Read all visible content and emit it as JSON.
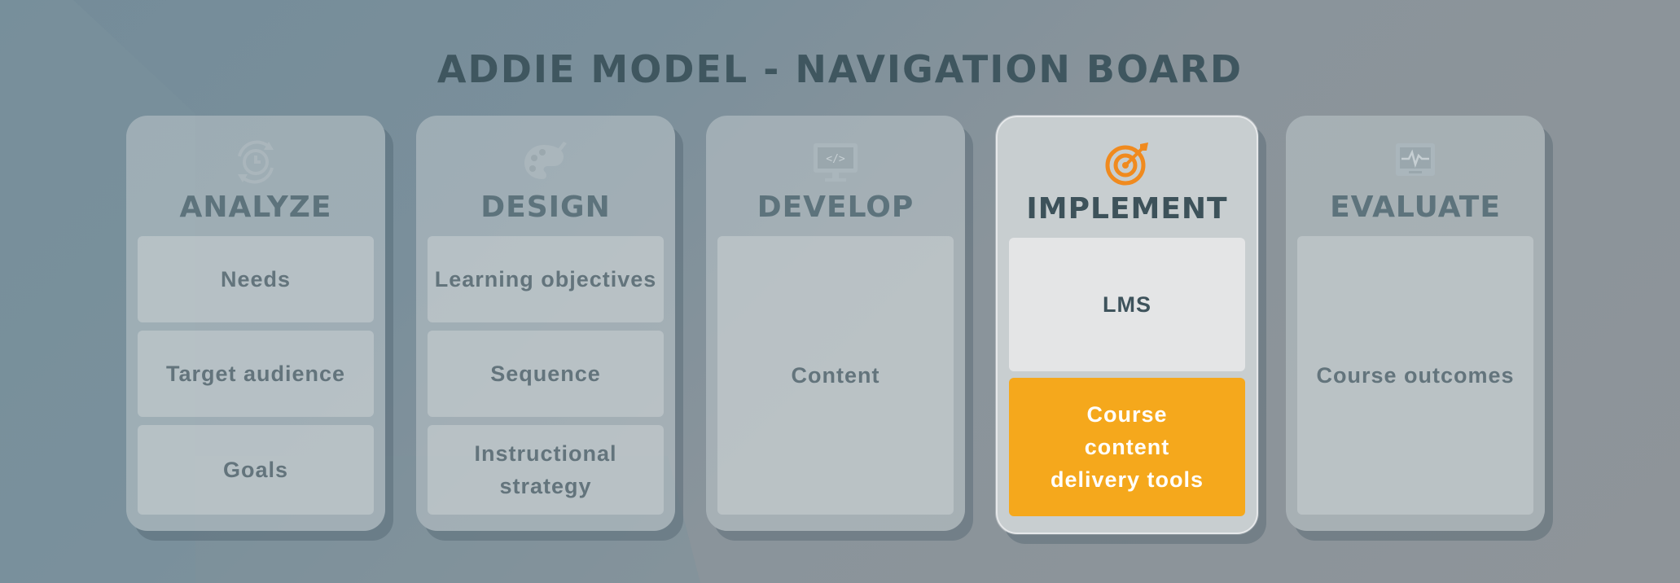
{
  "title": "ADDIE MODEL - NAVIGATION BOARD",
  "colors": {
    "accent": "#f5a81c",
    "title": "#3f565f",
    "icon_active": "#f08a1e"
  },
  "columns": [
    {
      "title": "ANALYZE",
      "icon": "refresh-clock-icon",
      "cards": [
        "Needs",
        "Target audience",
        "Goals"
      ]
    },
    {
      "title": "DESIGN",
      "icon": "palette-icon",
      "cards": [
        "Learning objectives",
        "Sequence",
        "Instructional strategy"
      ]
    },
    {
      "title": "DEVELOP",
      "icon": "code-monitor-icon",
      "cards": [
        "Content"
      ]
    },
    {
      "title": "IMPLEMENT",
      "icon": "target-icon",
      "cards": [
        "LMS",
        "Course content delivery tools"
      ]
    },
    {
      "title": "EVALUATE",
      "icon": "monitor-pulse-icon",
      "cards": [
        "Course outcomes"
      ]
    }
  ]
}
